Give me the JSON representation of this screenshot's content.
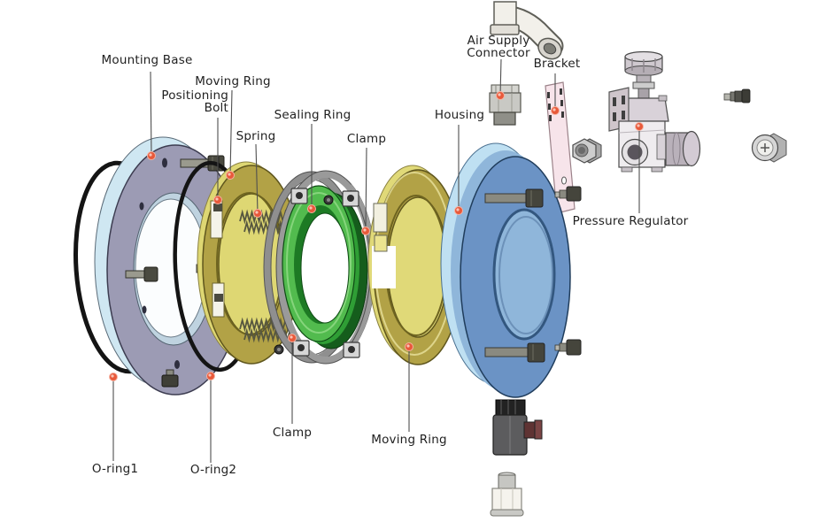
{
  "figure": {
    "type": "exploded-assembly-diagram",
    "description": "Exploded view of a pneumatic sealing device assembly with callout labels"
  },
  "labels": {
    "mounting_base": "Mounting Base",
    "moving_ring_top": "Moving Ring",
    "positioning_bolt_l1": "Positioning",
    "positioning_bolt_l2": "Bolt",
    "spring": "Spring",
    "sealing_ring": "Sealing Ring",
    "clamp_top": "Clamp",
    "housing": "Housing",
    "air_supply_l1": "Air Supply",
    "air_supply_l2": "Connector",
    "bracket": "Bracket",
    "pressure_regulator": "Pressure Regulator",
    "oring1": "O-ring1",
    "oring2": "O-ring2",
    "clamp_bottom": "Clamp",
    "moving_ring_bottom": "Moving Ring"
  },
  "colors": {
    "background": "#ffffff",
    "marker_dot": "#e8593a",
    "leader_line": "#4f4f4f",
    "label_text": "#1f1f1f",
    "mounting_base": "#9c9bb4",
    "mounting_base_rim": "#cfe7f2",
    "moving_ring": "#b2a246",
    "moving_ring_rim": "#ded773",
    "sealing_ring": "#2f9e35",
    "clamp": "#8f8f8f",
    "housing": "#6b93c5",
    "housing_rim": "#bfe0f2",
    "bracket": "#f7e4ea",
    "o_ring": "#141414",
    "bolt_metal": "#4a4a40",
    "fitting_metal": "#c9c9c9",
    "regulator_body": "#efecef"
  }
}
